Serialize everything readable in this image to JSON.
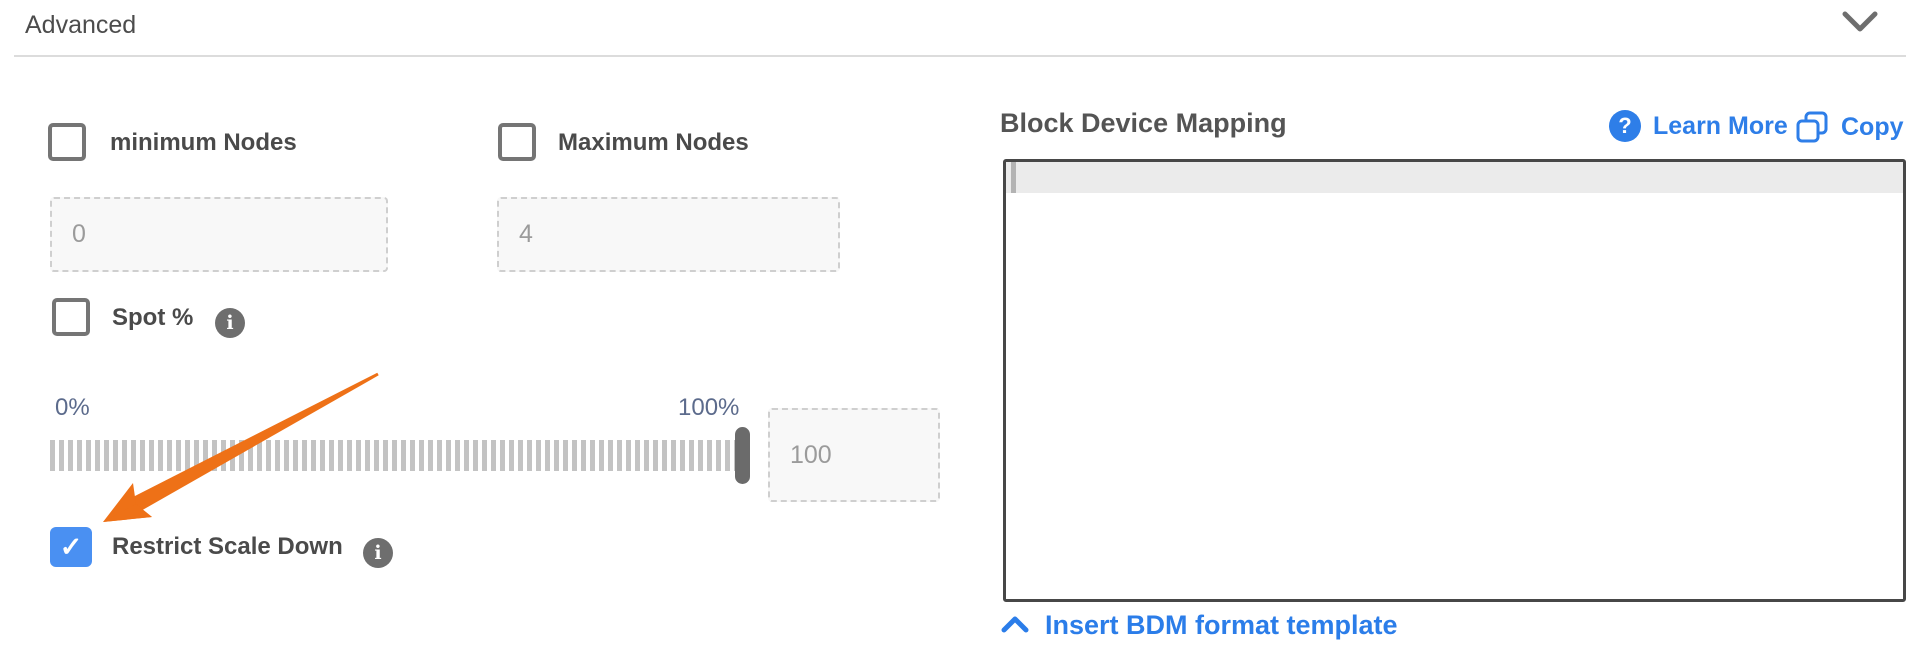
{
  "header": {
    "title": "Advanced",
    "collapse_icon": "chevron-down-icon"
  },
  "form": {
    "min_nodes": {
      "label": "minimum Nodes",
      "checked": false,
      "value": "0"
    },
    "max_nodes": {
      "label": "Maximum Nodes",
      "checked": false,
      "value": "4"
    },
    "spot": {
      "label": "Spot %",
      "checked": false,
      "info_glyph": "i"
    },
    "slider": {
      "min_label": "0%",
      "max_label": "100%",
      "value": "100"
    },
    "restrict_scale_down": {
      "label": "Restrict Scale Down",
      "checked": true,
      "check_glyph": "✓",
      "info_glyph": "i"
    }
  },
  "bdm": {
    "title": "Block Device Mapping",
    "question_glyph": "?",
    "learn_more_label": "Learn More",
    "copy_label": "Copy",
    "editor": {
      "value": ""
    },
    "insert_template_label": "Insert BDM format template"
  },
  "annotation": {
    "type": "arrow",
    "points_to": "restrict-scale-down-checkbox"
  },
  "colors": {
    "accent_blue": "#2e7ee8",
    "checkbox_blue": "#4a90f2",
    "annotation_orange": "#ee7117",
    "info_gray": "#6e6e6e",
    "slider_label_blue": "#5c6b8c",
    "tick_gray": "#c3c3c3"
  }
}
